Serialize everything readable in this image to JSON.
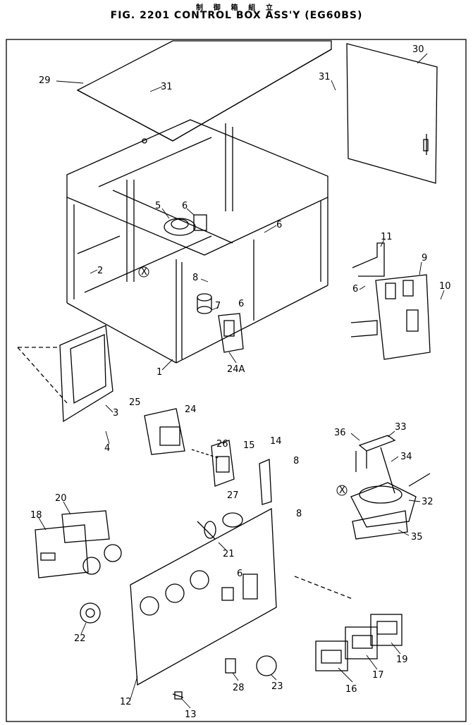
{
  "header": {
    "title_jp": "制 御 箱 組 立",
    "title": "FIG. 2201  CONTROL BOX ASS'Y (EG60BS)"
  },
  "callouts": [
    "29",
    "31",
    "31",
    "30",
    "5",
    "6",
    "6",
    "11",
    "2",
    "X",
    "9",
    "8",
    "6",
    "7",
    "6",
    "10",
    "24A",
    "1",
    "3",
    "25",
    "24",
    "4",
    "26",
    "15",
    "14",
    "8",
    "36",
    "33",
    "34",
    "X",
    "32",
    "35",
    "20",
    "27",
    "18",
    "8",
    "21",
    "6",
    "22",
    "12",
    "28",
    "23",
    "16",
    "17",
    "19",
    "13"
  ]
}
